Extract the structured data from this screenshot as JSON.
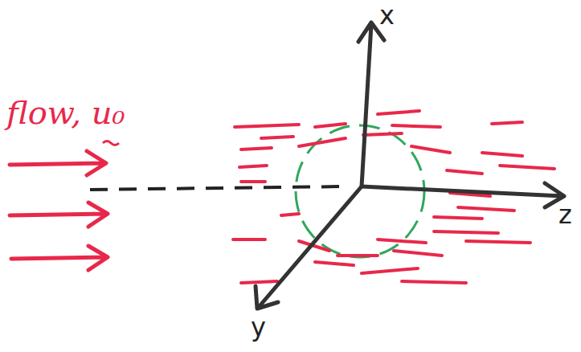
{
  "diagram": {
    "labels": [
      "flow, u₀",
      "x",
      "y",
      "z"
    ]
  }
}
